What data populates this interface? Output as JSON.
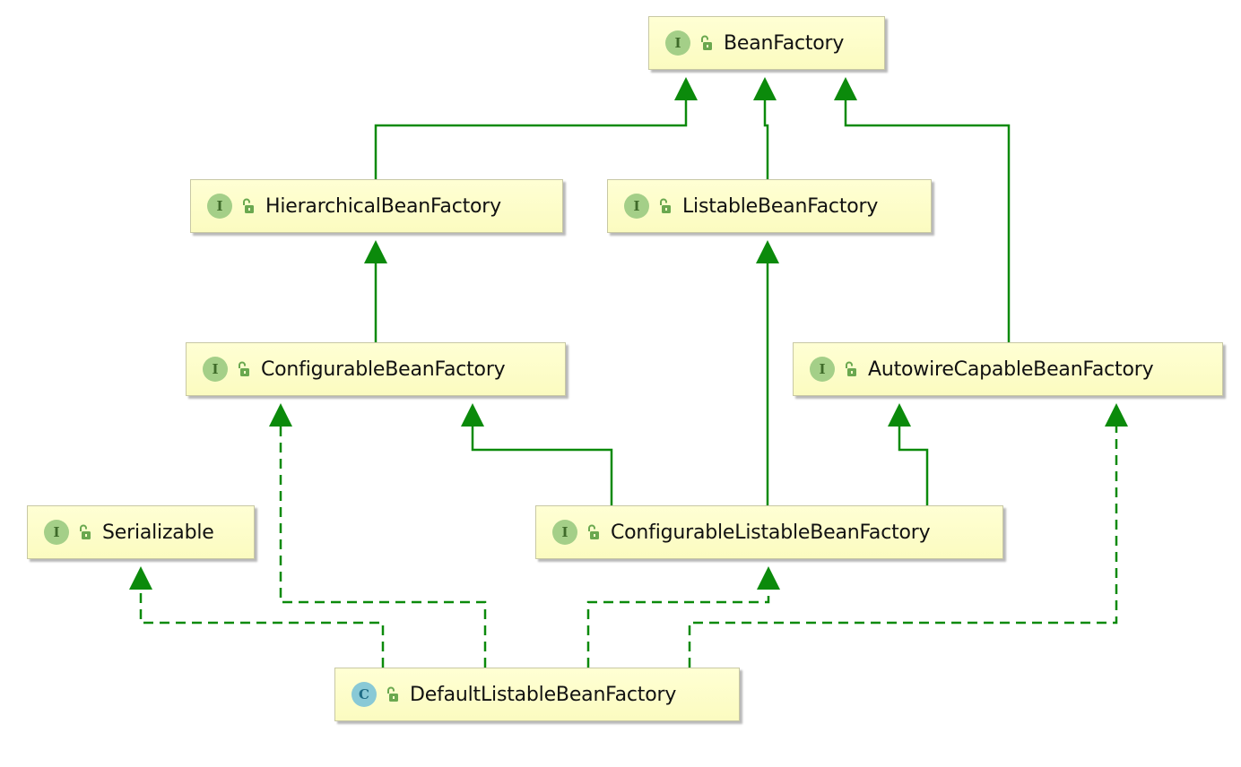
{
  "colors": {
    "edge": "#0b8a0b",
    "node_fill": "#ffffcc",
    "interface_icon": "#a4cf88",
    "class_icon": "#89c9d6"
  },
  "nodes": [
    {
      "id": "bean-factory",
      "name": "BeanFactory",
      "kind": "interface",
      "kind_letter": "I",
      "visibility_icon": "unlock-icon"
    },
    {
      "id": "hierarchical-bean-factory",
      "name": "HierarchicalBeanFactory",
      "kind": "interface",
      "kind_letter": "I",
      "visibility_icon": "unlock-icon"
    },
    {
      "id": "listable-bean-factory",
      "name": "ListableBeanFactory",
      "kind": "interface",
      "kind_letter": "I",
      "visibility_icon": "unlock-icon"
    },
    {
      "id": "configurable-bean-factory",
      "name": "ConfigurableBeanFactory",
      "kind": "interface",
      "kind_letter": "I",
      "visibility_icon": "unlock-icon"
    },
    {
      "id": "autowire-capable-bean-factory",
      "name": "AutowireCapableBeanFactory",
      "kind": "interface",
      "kind_letter": "I",
      "visibility_icon": "unlock-icon"
    },
    {
      "id": "serializable",
      "name": "Serializable",
      "kind": "interface",
      "kind_letter": "I",
      "visibility_icon": "unlock-icon"
    },
    {
      "id": "configurable-listable-bean-factory",
      "name": "ConfigurableListableBeanFactory",
      "kind": "interface",
      "kind_letter": "I",
      "visibility_icon": "unlock-icon"
    },
    {
      "id": "default-listable-bean-factory",
      "name": "DefaultListableBeanFactory",
      "kind": "class",
      "kind_letter": "C",
      "visibility_icon": "unlock-icon"
    }
  ],
  "edges": [
    {
      "from": "hierarchical-bean-factory",
      "to": "bean-factory",
      "relation": "extends"
    },
    {
      "from": "listable-bean-factory",
      "to": "bean-factory",
      "relation": "extends"
    },
    {
      "from": "autowire-capable-bean-factory",
      "to": "bean-factory",
      "relation": "extends"
    },
    {
      "from": "configurable-bean-factory",
      "to": "hierarchical-bean-factory",
      "relation": "extends"
    },
    {
      "from": "configurable-listable-bean-factory",
      "to": "listable-bean-factory",
      "relation": "extends"
    },
    {
      "from": "configurable-listable-bean-factory",
      "to": "configurable-bean-factory",
      "relation": "extends"
    },
    {
      "from": "configurable-listable-bean-factory",
      "to": "autowire-capable-bean-factory",
      "relation": "extends"
    },
    {
      "from": "default-listable-bean-factory",
      "to": "serializable",
      "relation": "implements"
    },
    {
      "from": "default-listable-bean-factory",
      "to": "configurable-bean-factory",
      "relation": "implements"
    },
    {
      "from": "default-listable-bean-factory",
      "to": "configurable-listable-bean-factory",
      "relation": "implements"
    },
    {
      "from": "default-listable-bean-factory",
      "to": "autowire-capable-bean-factory",
      "relation": "implements"
    }
  ]
}
